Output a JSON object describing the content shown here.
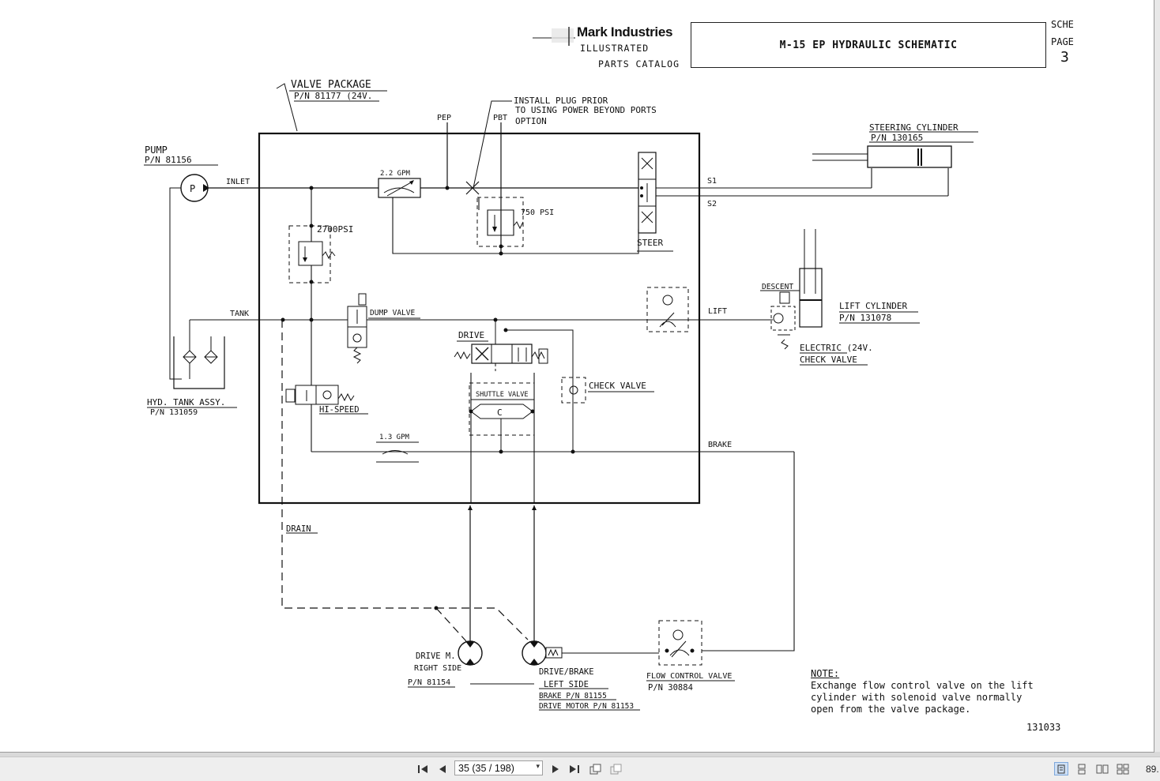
{
  "header": {
    "brand": "Mark Industries",
    "catalog_line1": "ILLUSTRATED",
    "catalog_line2": "PARTS CATALOG",
    "title": "M-15 EP HYDRAULIC SCHEMATIC",
    "sche": "SCHE",
    "page_label": "PAGE",
    "page_number": "3"
  },
  "schematic": {
    "valve_package": "VALVE PACKAGE",
    "valve_package_pn": "P/N 81177 (24V.",
    "install_note_1": "INSTALL PLUG PRIOR",
    "install_note_2": "TO USING POWER BEYOND PORTS",
    "install_note_3": "OPTION",
    "pep": "PEP",
    "pbt": "PBT",
    "pump": "PUMP",
    "pump_pn": "P/N 81156",
    "pump_symbol": "P",
    "inlet": "INLET",
    "gpm_22": "2.2 GPM",
    "psi_750": "750 PSI",
    "psi_2700": "2700PSI",
    "steering_cylinder": "STEERING CYLINDER",
    "steering_cylinder_pn": "P/N 130165",
    "s1": "S1",
    "s2": "S2",
    "steer": "STEER",
    "tank": "TANK",
    "dump_valve": "DUMP VALVE",
    "drive": "DRIVE",
    "lift": "LIFT",
    "descent": "DESCENT",
    "lift_cylinder": "LIFT CYLINDER",
    "lift_cylinder_pn": "P/N 131078",
    "electric_check_1": "ELECTRIC (24V.",
    "electric_check_2": "CHECK VALVE",
    "hyd_tank": "HYD. TANK ASSY.",
    "hyd_tank_pn": "P/N 131059",
    "hi_speed": "HI-SPEED",
    "shuttle_valve": "SHUTTLE VALVE",
    "shuttle_symbol": "C",
    "check_valve": "CHECK VALVE",
    "gpm_13": "1.3 GPM",
    "brake": "BRAKE",
    "drain": "DRAIN",
    "drive_m": "DRIVE M.",
    "right_side": "RIGHT SIDE",
    "right_pn": "P/N 81154",
    "drive_brake": "DRIVE/BRAKE",
    "left_side": "LEFT SIDE",
    "brake_pn": "BRAKE P/N 81155",
    "drive_motor_pn": "DRIVE MOTOR P/N 81153",
    "flow_control": "FLOW CONTROL VALVE",
    "flow_control_pn": "P/N 30884"
  },
  "note": {
    "heading": "NOTE:",
    "line1": "Exchange flow control valve on the lift",
    "line2": "cylinder with solenoid valve normally",
    "line3": "open from the valve package."
  },
  "doc_number": "131033",
  "toolbar": {
    "page_field": "35 (35 / 198)",
    "zoom": "89.",
    "first_icon": "first-page-icon",
    "prev_icon": "previous-page-icon",
    "next_icon": "next-page-icon",
    "last_icon": "last-page-icon"
  }
}
